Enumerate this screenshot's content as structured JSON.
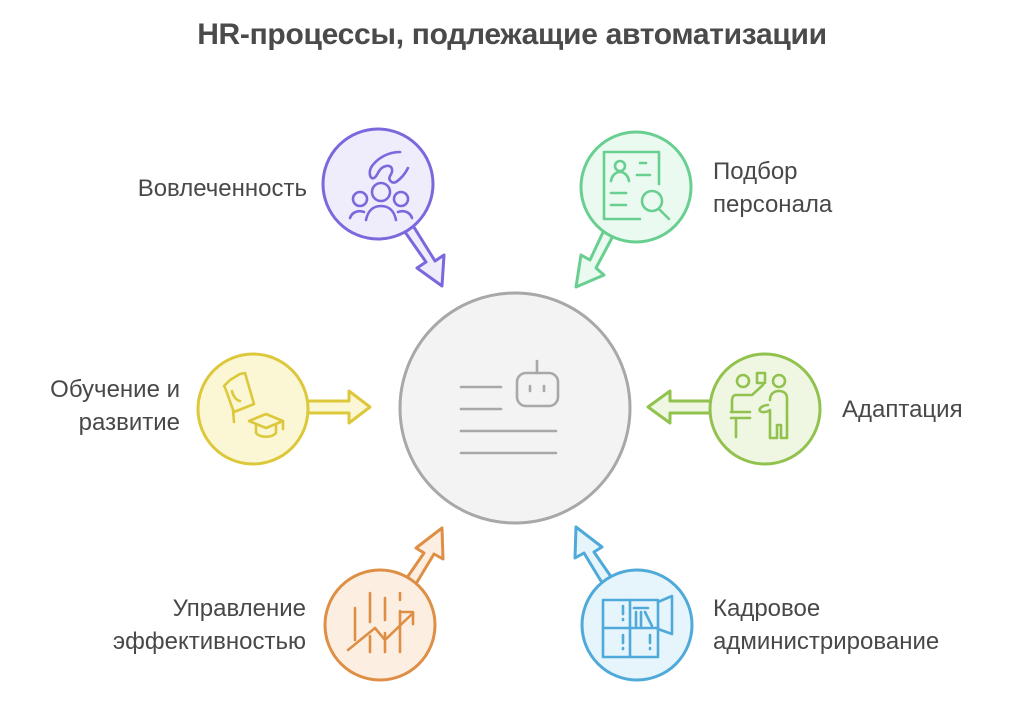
{
  "title": "HR-процессы, подлежащие автоматизации",
  "center": {
    "icon": "robot-document-icon",
    "fill": "#f3f3f3",
    "stroke": "#a8a8a8"
  },
  "nodes": [
    {
      "id": "engagement",
      "lines": [
        "Вовлеченность"
      ],
      "icon": "hand-group-icon",
      "stroke": "#7b68dd",
      "fill": "#efedfc"
    },
    {
      "id": "recruitment",
      "lines": [
        "Подбор",
        "персонала"
      ],
      "icon": "resume-search-icon",
      "stroke": "#68cf90",
      "fill": "#eafaf0"
    },
    {
      "id": "training",
      "lines": [
        "Обучение и",
        "развитие"
      ],
      "icon": "megaphone-graduation-cap-icon",
      "stroke": "#dcc83a",
      "fill": "#fbf7d4"
    },
    {
      "id": "onboarding",
      "lines": [
        "Адаптация"
      ],
      "icon": "mentor-presentation-icon",
      "stroke": "#92c24e",
      "fill": "#eff7e2"
    },
    {
      "id": "performance",
      "lines": [
        "Управление",
        "эффективностью"
      ],
      "icon": "growth-chart-icon",
      "stroke": "#de8f45",
      "fill": "#fcefe2"
    },
    {
      "id": "administration",
      "lines": [
        "Кадровое",
        "администрирование"
      ],
      "icon": "file-cabinet-icon",
      "stroke": "#4fa9d9",
      "fill": "#e6f4fc"
    }
  ]
}
